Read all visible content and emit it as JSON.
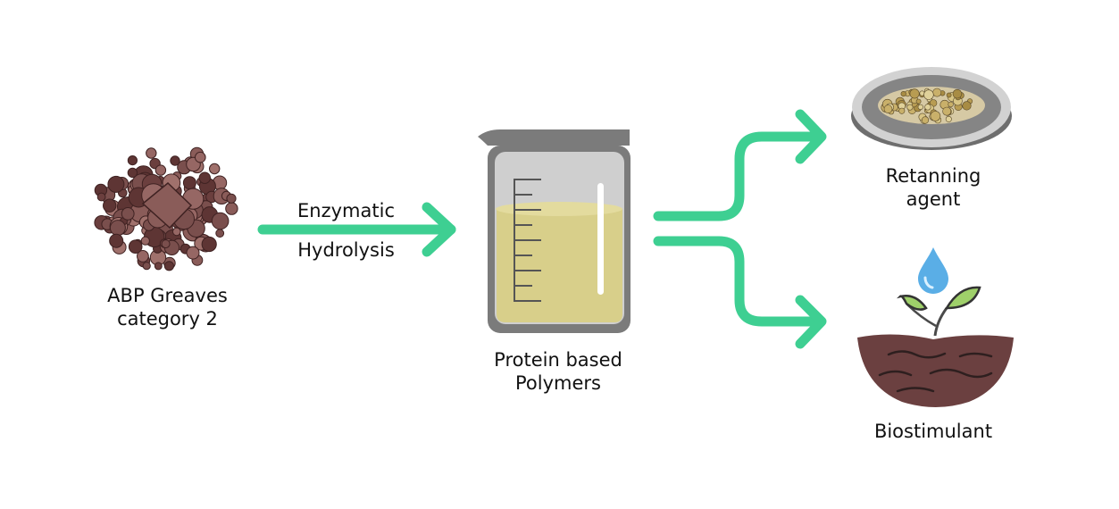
{
  "source": {
    "line1": "ABP Greaves",
    "line2": "category 2"
  },
  "process": {
    "line1": "Enzymatic",
    "line2": "Hydrolysis"
  },
  "intermediate": {
    "line1": "Protein based",
    "line2": "Polymers"
  },
  "products": [
    {
      "line1": "Retanning",
      "line2": "agent"
    },
    {
      "line1": "Biostimulant"
    }
  ],
  "colors": {
    "arrow": "#3ecf92",
    "greaves": "#7a4f4d",
    "beaker_glass": "#cfcfcf",
    "beaker_liquid": "#d8cf8a",
    "soil": "#6b4040",
    "leaf": "#9fd06a",
    "water_drop": "#5aaee6"
  }
}
